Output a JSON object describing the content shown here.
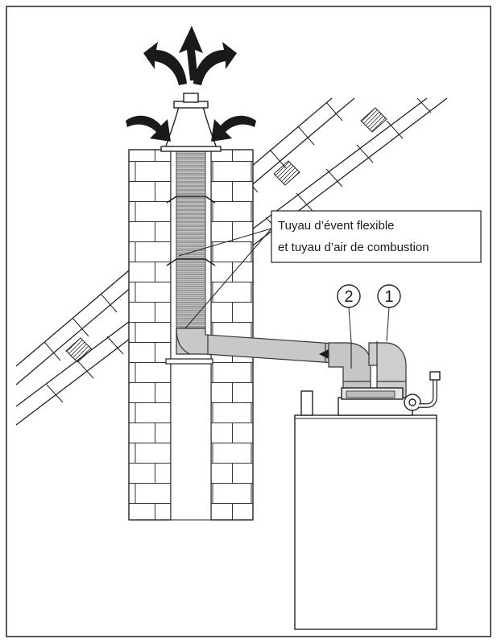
{
  "diagram": {
    "callout": {
      "line1": "Tuyau d’évent flexible",
      "line2": "et tuyau d’air de combustion"
    },
    "markers": [
      {
        "label": "2"
      },
      {
        "label": "1"
      }
    ],
    "colors": {
      "ink": "#1a1a1a",
      "pipe_fill": "#c8c8c8",
      "liner_fill": "#b9b9b9",
      "frame": "#222222"
    }
  }
}
